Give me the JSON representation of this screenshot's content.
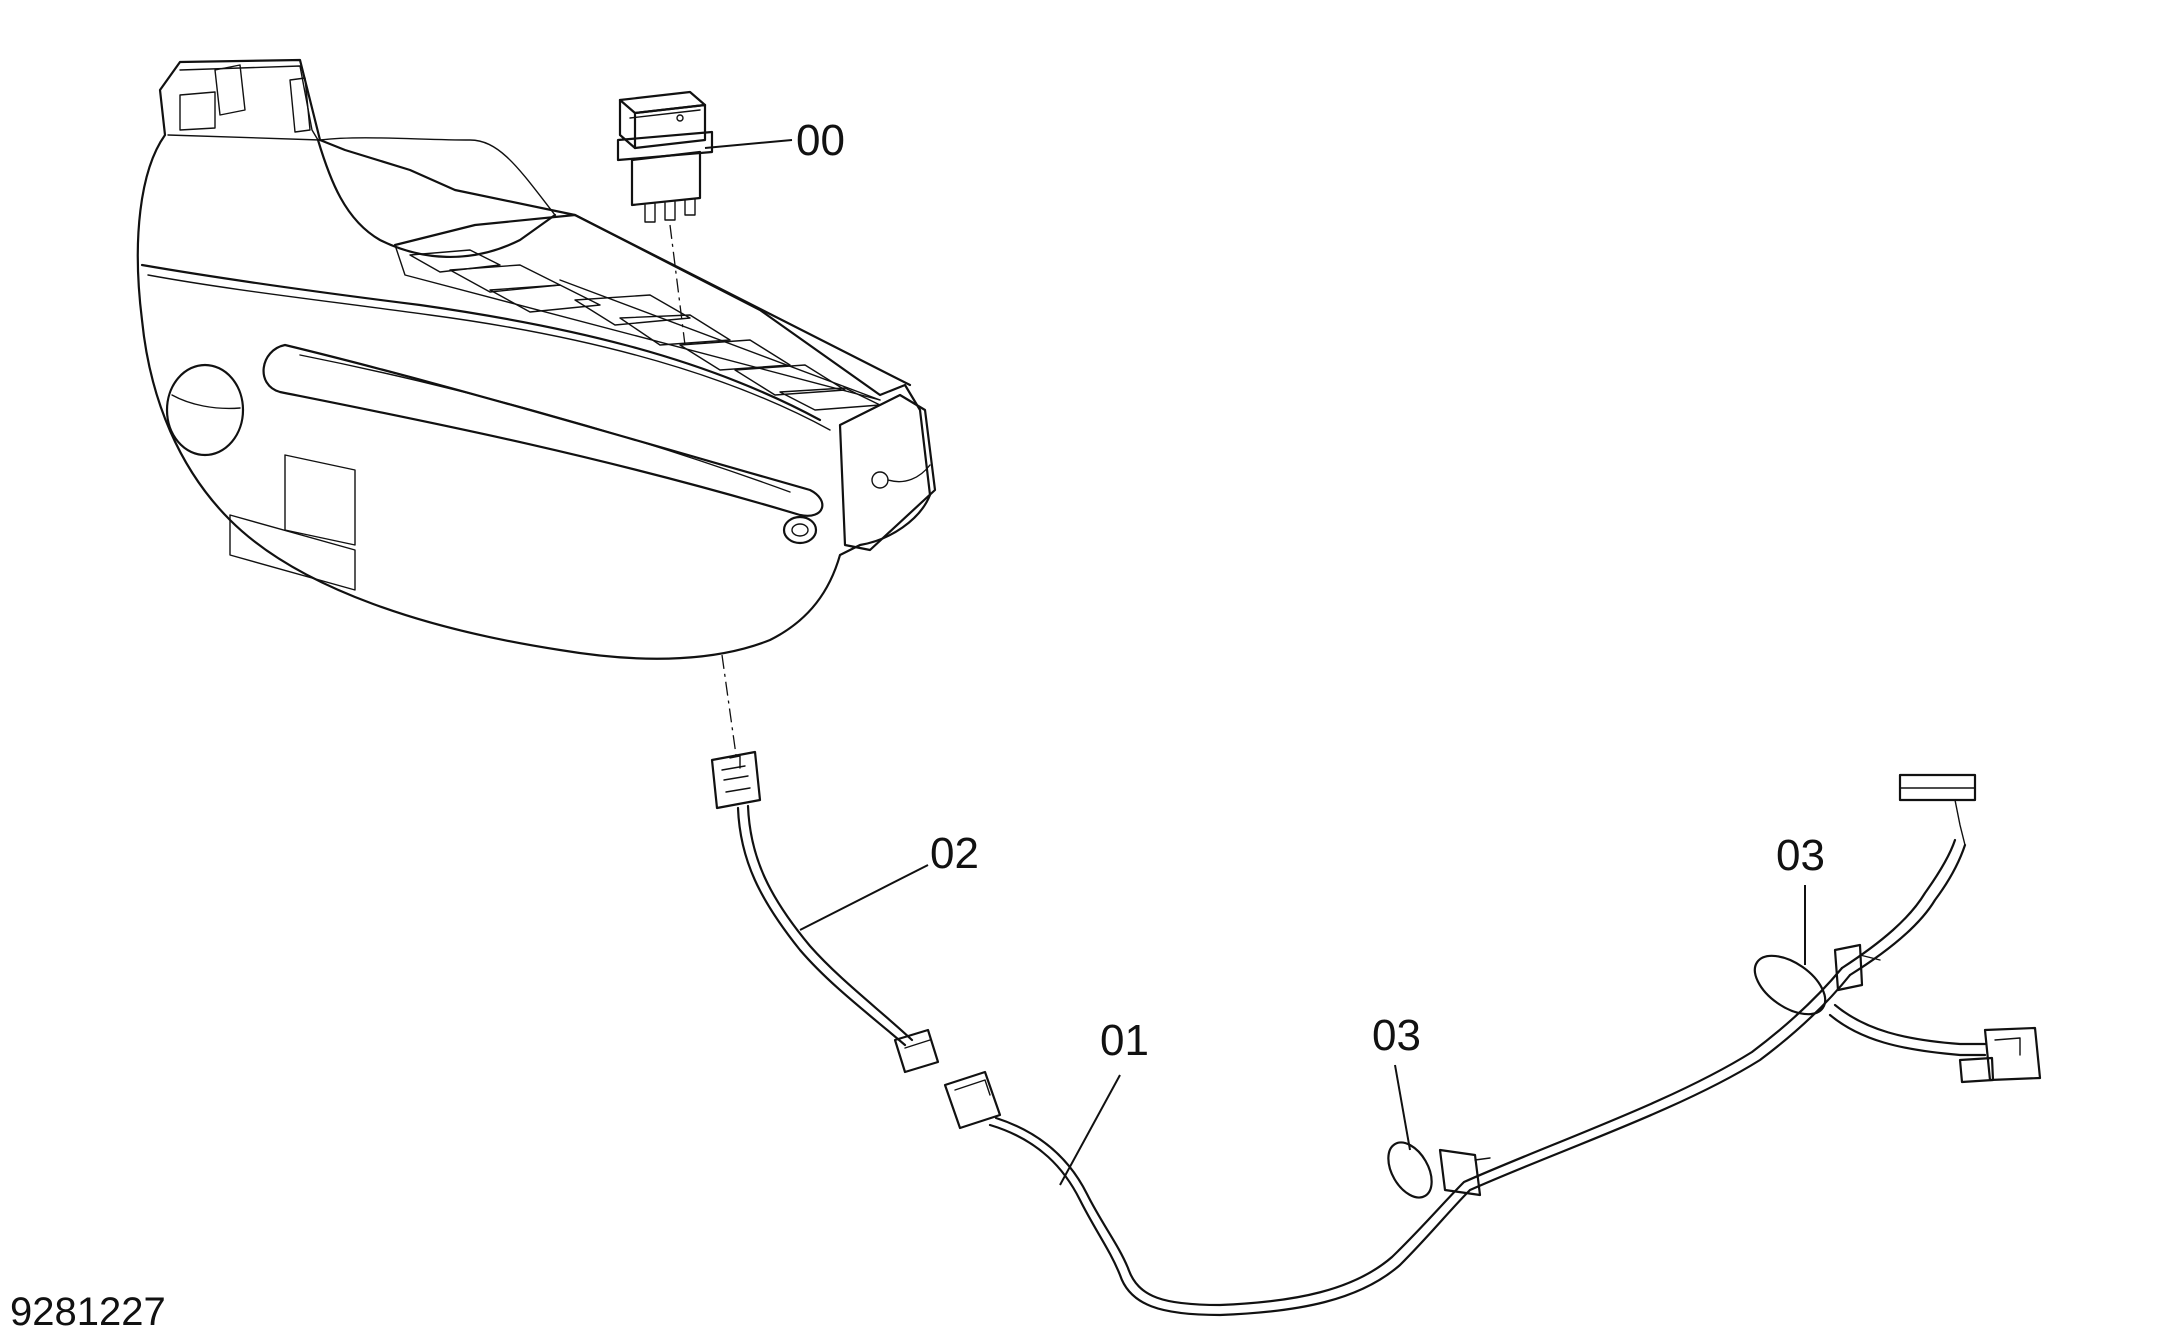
{
  "callouts": {
    "switch": "00",
    "harness_main": "01",
    "harness_branch": "02",
    "clamp_left": "03",
    "clamp_right": "03"
  },
  "drawing_number": "9281227"
}
